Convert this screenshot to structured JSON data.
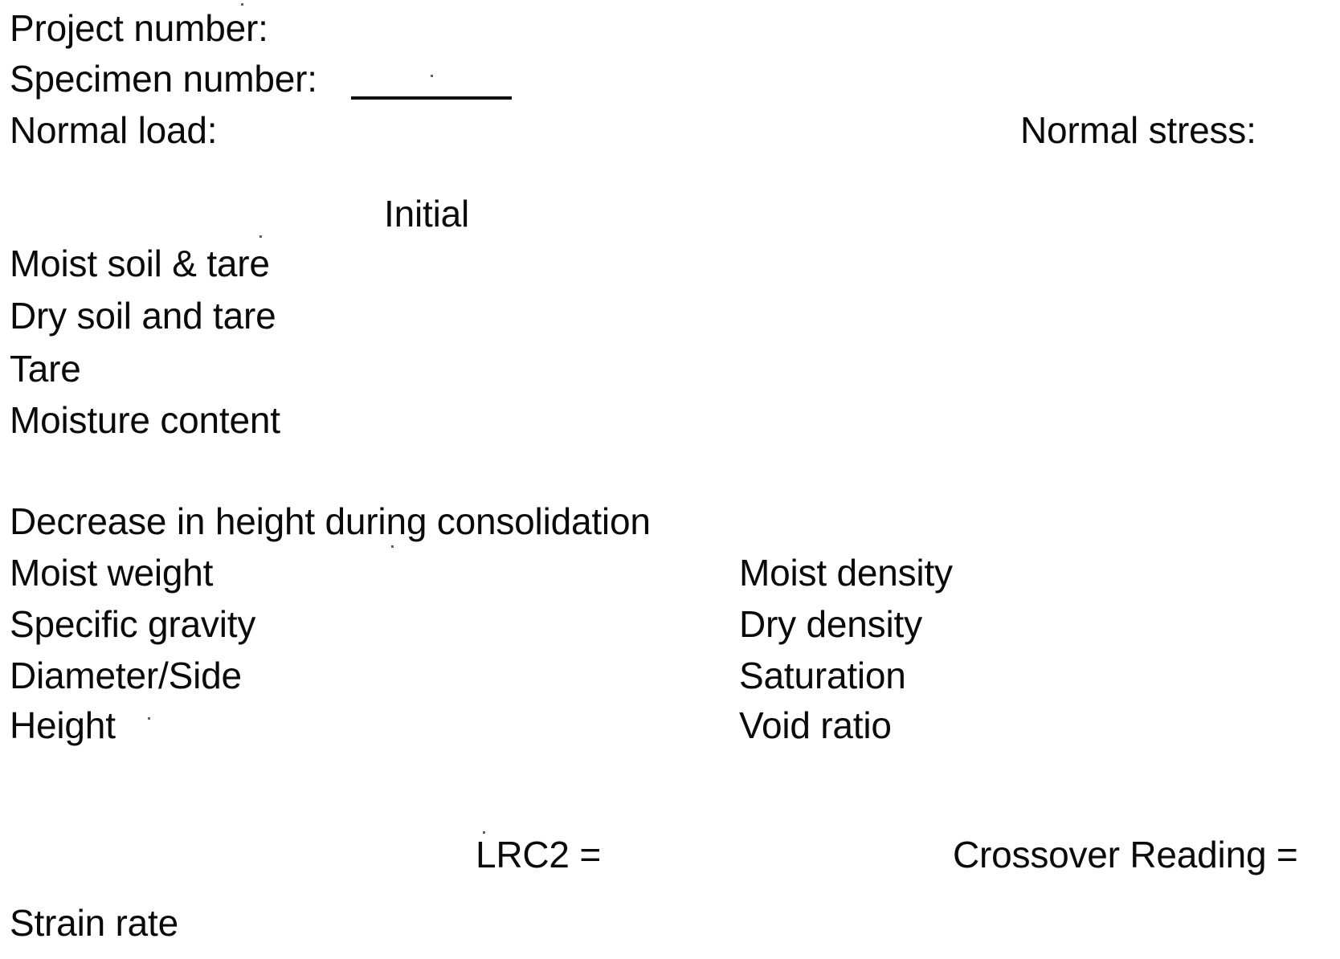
{
  "document": {
    "type": "lab-data-sheet",
    "background_color": "#ffffff",
    "text_color": "#000000"
  },
  "header": {
    "project_number_label": "Project number:",
    "specimen_number_label": "Specimen number:",
    "specimen_number_value": "",
    "normal_load_label": "Normal load:",
    "normal_stress_label": "Normal stress:"
  },
  "columns": {
    "initial_header": "Initial"
  },
  "moisture_block": {
    "rows": [
      {
        "label": "Moist soil & tare",
        "value": ""
      },
      {
        "label": "Dry soil and tare",
        "value": ""
      },
      {
        "label": "Tare",
        "value": ""
      },
      {
        "label": "Moisture content",
        "value": ""
      }
    ]
  },
  "consolidation": {
    "decrease_label": "Decrease in height during consolidation"
  },
  "properties": {
    "left_rows": [
      {
        "label": "Moist weight",
        "value": ""
      },
      {
        "label": "Specific gravity",
        "value": ""
      },
      {
        "label": "Diameter/Side",
        "value": ""
      },
      {
        "label": "Height",
        "value": ""
      }
    ],
    "right_rows": [
      {
        "label": "Moist density",
        "value": ""
      },
      {
        "label": "Dry density",
        "value": ""
      },
      {
        "label": "Saturation",
        "value": ""
      },
      {
        "label": "Void ratio",
        "value": ""
      }
    ]
  },
  "footer": {
    "lrc2_label": "LRC2 =",
    "crossover_reading_label": "Crossover Reading =",
    "strain_rate_label": "Strain rate"
  }
}
